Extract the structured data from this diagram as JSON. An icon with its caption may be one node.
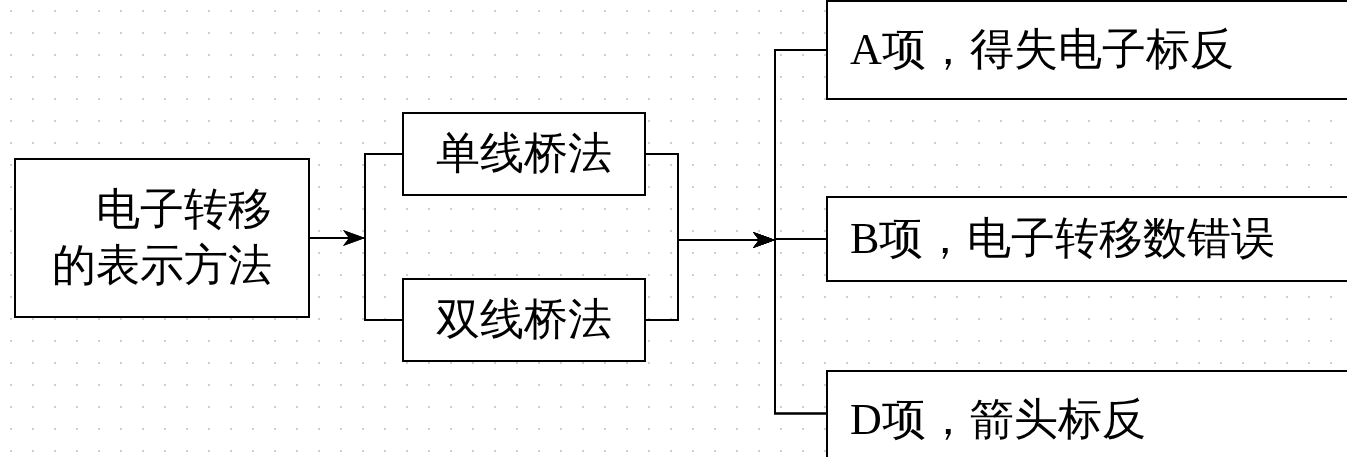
{
  "diagram": {
    "nodes": [
      {
        "text": [
          "电子转移的表示方法"
        ]
      },
      {
        "text": [
          "单线桥法"
        ]
      },
      {
        "text": [
          "双线桥法"
        ]
      },
      {
        "text": [
          "A项，得失电子标反"
        ]
      },
      {
        "text": [
          "B项，电子转移数错误"
        ]
      },
      {
        "text": [
          "D项，箭头标反"
        ]
      }
    ],
    "edges": [
      {
        "from": 0,
        "to": 1,
        "arrow": "to"
      },
      {
        "from": 0,
        "to": 2,
        "arrow": "to"
      },
      {
        "from": 1,
        "to": 3,
        "arrow": "to"
      },
      {
        "from": 1,
        "to": 4,
        "arrow": "to"
      },
      {
        "from": 1,
        "to": 5,
        "arrow": "to"
      },
      {
        "from": 2,
        "to": 3,
        "arrow": "to"
      },
      {
        "from": 2,
        "to": 4,
        "arrow": "to"
      },
      {
        "from": 2,
        "to": 5,
        "arrow": "to"
      }
    ]
  }
}
